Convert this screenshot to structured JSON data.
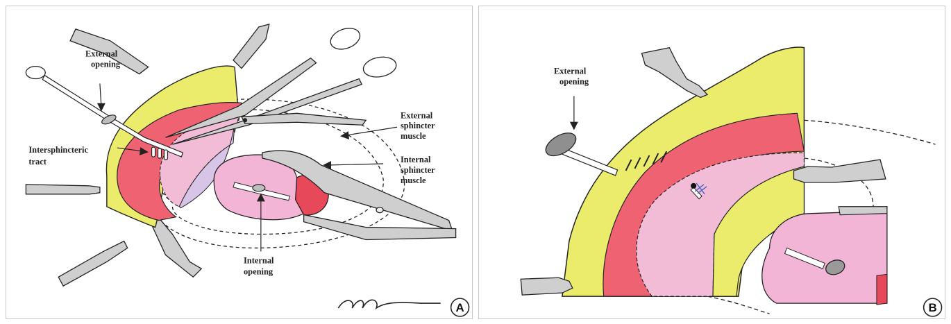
{
  "colors": {
    "skin": "#ecec6c",
    "sphincter_red": "#ef6272",
    "mucosa_pink": "#f2bcd6",
    "lavender": "#d7c4e6",
    "instrument_gray": "#cfcfcf",
    "rectal_pink": "#f3b5d5",
    "rectal_red": "#e8495a",
    "outline": "#222222"
  },
  "panel_a": {
    "badge": "A",
    "labels": {
      "external_opening": [
        "External",
        "opening"
      ],
      "intersphincteric_tract": [
        "Intersphincteric",
        "tract"
      ],
      "external_sphincter": [
        "External",
        "sphincter",
        "muscle"
      ],
      "internal_sphincter": [
        "Internal",
        "sphincter",
        "muscle"
      ],
      "internal_opening": [
        "Internal",
        "opening"
      ]
    }
  },
  "panel_b": {
    "badge": "B",
    "labels": {
      "external_opening": [
        "External",
        "opening"
      ]
    }
  }
}
